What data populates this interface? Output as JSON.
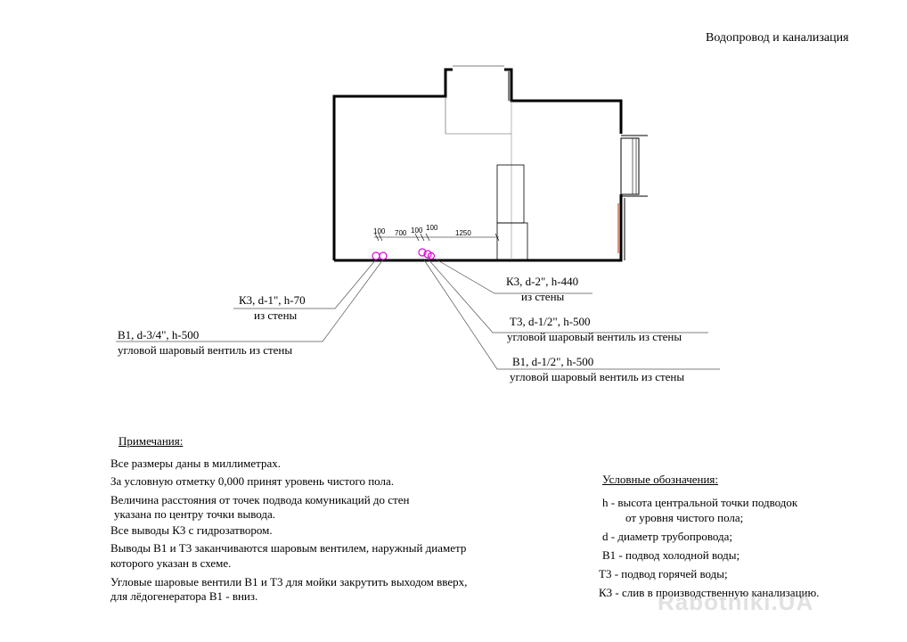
{
  "title": "Водопровод и канализация",
  "dimensions": [
    "100",
    "700",
    "100",
    "100",
    "1250"
  ],
  "callouts": {
    "k3_left": {
      "line1": "К3, d-1\", h-70",
      "line2": "из стены"
    },
    "b1_left": {
      "line1": "В1, d-3/4\", h-500",
      "line2": "угловой шаровый вентиль из стены"
    },
    "k3_right": {
      "line1": "К3, d-2\", h-440",
      "line2": "из стены"
    },
    "t3_right": {
      "line1": "Т3, d-1/2\", h-500",
      "line2": "угловой шаровый вентиль из стены"
    },
    "b1_right": {
      "line1": "В1, d-1/2\", h-500",
      "line2": "угловой шаровый вентиль из стены"
    }
  },
  "notes": {
    "heading": "Примечания:",
    "items": [
      "Все размеры даны в миллиметрах.",
      "За условную отметку 0,000 принят уровень чистого пола.",
      "Величина расстояния от точек подвода комуникаций до стен",
      "указана по центру точки вывода.",
      "Все выводы К3 с гидрозатвором.",
      "Выводы В1 и Т3 заканчиваются шаровым вентилем, наружный диаметр",
      "которого указан в схеме.",
      "Угловые шаровые вентили В1 и Т3 для мойки закрутить выходом вверх,",
      "для лёдогенератора В1 - вниз."
    ]
  },
  "legend": {
    "heading": "Условные обозначения:",
    "items": [
      "h   - высота центральной точки подводок",
      "от уровня чистого пола;",
      "d  -  диаметр трубопровода;",
      "В1 - подвод холодной воды;",
      "Т3  - подвод горячей воды;",
      "К3  - слив в производственную канализацию."
    ]
  },
  "watermark": "Rabotniki.UA",
  "colors": {
    "markers": "#e000e0",
    "wall": "#000000",
    "brick": "#c87050"
  }
}
